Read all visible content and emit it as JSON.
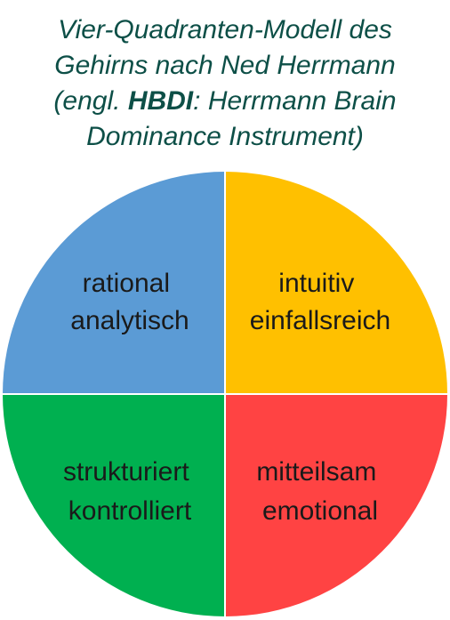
{
  "title": {
    "line1": "Vier-Quadranten-Modell des",
    "line2": "Gehirns nach Ned Herrmann",
    "line3_prefix": "(engl. ",
    "line3_bold": "HBDI",
    "line3_suffix": ": Herrmann Brain",
    "line4": "Dominance Instrument)"
  },
  "quadrants": {
    "top_left": {
      "line1": "rational",
      "line2": "analytisch",
      "color": "#5b9bd5"
    },
    "top_right": {
      "line1": "intuitiv",
      "line2": "einfallsreich",
      "color": "#ffc000"
    },
    "bottom_left": {
      "line1": "strukturiert",
      "line2": "kontrolliert",
      "color": "#00b050"
    },
    "bottom_right": {
      "line1": "mitteilsam",
      "line2": "emotional",
      "color": "#ff4343"
    }
  },
  "colors": {
    "title": "#0d4f47",
    "divider": "#ffffff"
  }
}
